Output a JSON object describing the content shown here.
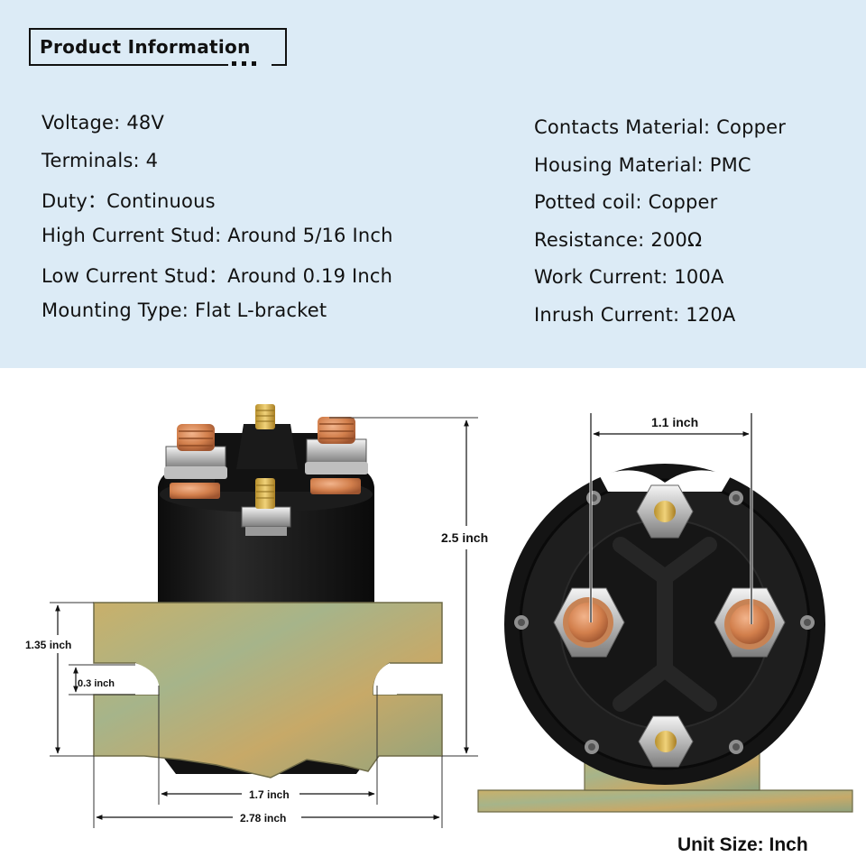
{
  "header": {
    "title": "Product Information"
  },
  "specs_left": [
    "Voltage: 48V",
    "Terminals: 4",
    "Duty：Continuous",
    "High Current Stud: Around 5/16 Inch",
    "Low Current Stud：Around 0.19 Inch",
    "Mounting Type: Flat L-bracket"
  ],
  "specs_right": [
    "Contacts Material: Copper",
    "Housing Material: PMC",
    "Potted coil: Copper",
    "Resistance: 200Ω",
    "Work Current: 100A",
    "Inrush Current: 120A"
  ],
  "dimensions": {
    "total_height": "2.5 inch",
    "bracket_height": "1.35 inch",
    "slot_width": "0.3 inch",
    "slot_spacing": "1.7 inch",
    "bracket_width": "2.78 inch",
    "stud_spacing": "1.1 inch"
  },
  "footer": {
    "unit_note": "Unit Size: Inch"
  },
  "colors": {
    "panel_bg": "#dcebf6",
    "text": "#111111",
    "copper": "#d88655",
    "housing": "#151515"
  }
}
